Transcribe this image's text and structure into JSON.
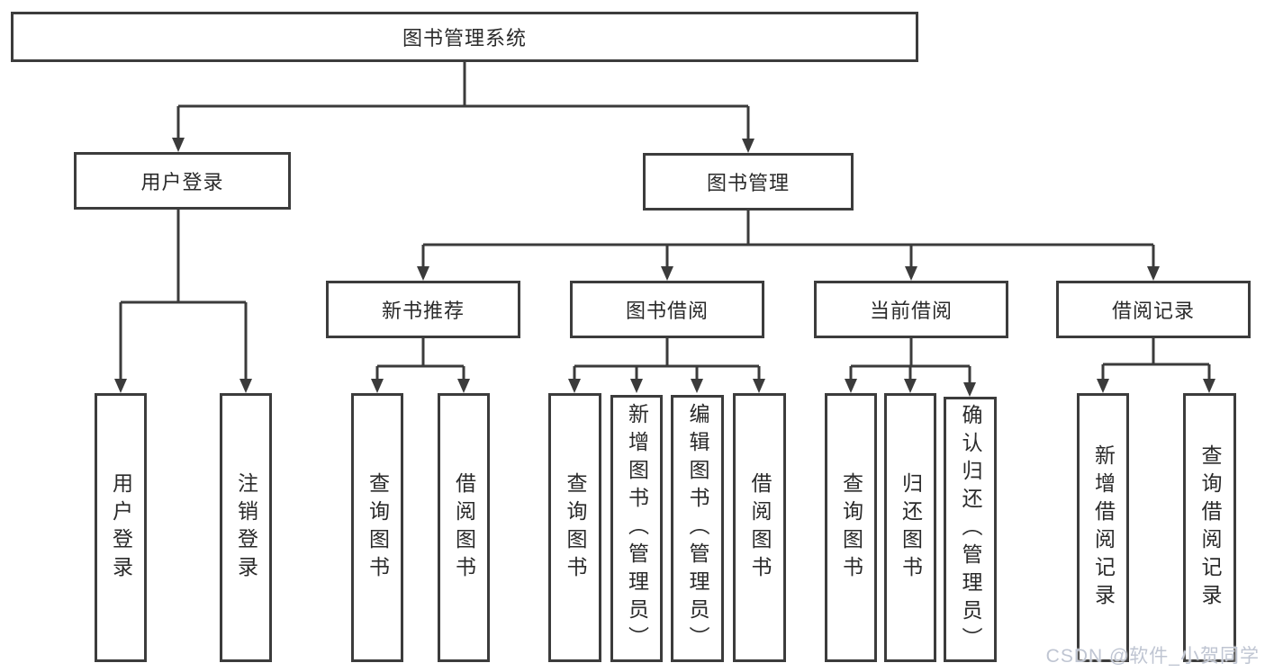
{
  "diagram": {
    "title": "图书管理系统",
    "branches": [
      {
        "label": "用户登录",
        "leaves": [
          {
            "label": "用户登录"
          },
          {
            "label": "注销登录"
          }
        ]
      },
      {
        "label": "图书管理",
        "groups": [
          {
            "label": "新书推荐",
            "leaves": [
              {
                "label": "查询图书"
              },
              {
                "label": "借阅图书"
              }
            ]
          },
          {
            "label": "图书借阅",
            "leaves": [
              {
                "label": "查询图书"
              },
              {
                "label": "新增图书（管理员）"
              },
              {
                "label": "编辑图书（管理员）"
              },
              {
                "label": "借阅图书"
              }
            ]
          },
          {
            "label": "当前借阅",
            "leaves": [
              {
                "label": "查询图书"
              },
              {
                "label": "归还图书"
              },
              {
                "label": "确认归还（管理员）"
              }
            ]
          },
          {
            "label": "借阅记录",
            "leaves": [
              {
                "label": "新增借阅记录"
              },
              {
                "label": "查询借阅记录"
              }
            ]
          }
        ]
      }
    ],
    "colors": {
      "background": "#ffffff",
      "box_border": "#3c3c3c",
      "connector": "#3b3b3b",
      "text": "#2a2a2a",
      "watermark": "#bfc5d2"
    }
  },
  "watermark": {
    "text": "CSDN @软件_小贺同学"
  }
}
